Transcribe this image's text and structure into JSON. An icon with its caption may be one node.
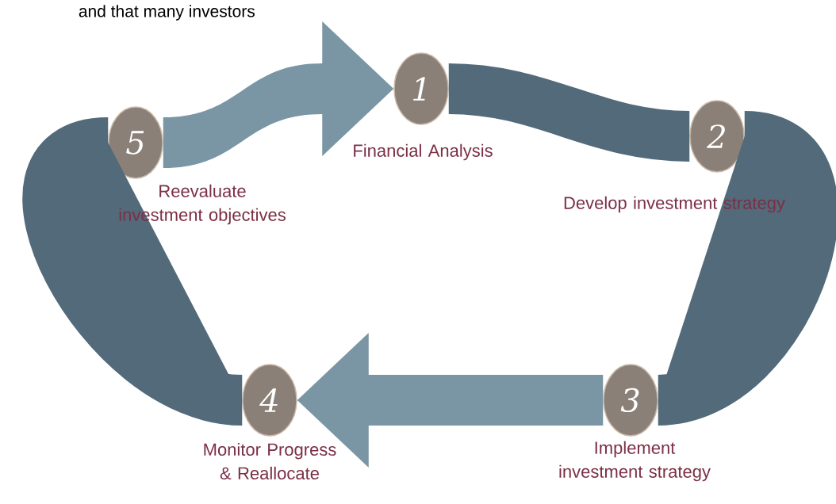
{
  "diagram": {
    "nodes": [
      {
        "text": [
          "1"
        ],
        "beside": [
          "Financial Analysis"
        ]
      },
      {
        "text": [
          "2"
        ],
        "beside": [
          "Develop investment strategy"
        ]
      },
      {
        "text": [
          "3"
        ],
        "beside": [
          "Implement investment strategy"
        ]
      },
      {
        "text": [
          "4"
        ],
        "beside": [
          "Monitor Progress & Reallocate"
        ]
      },
      {
        "text": [
          "5"
        ],
        "beside": [
          "Reevaluate investment objectives"
        ]
      }
    ],
    "edges": [
      {
        "from": 0,
        "to": 1,
        "arrow": "none"
      },
      {
        "from": 1,
        "to": 2,
        "arrow": "none"
      },
      {
        "from": 2,
        "to": 3,
        "arrow": "to",
        "color": "#7a95a4"
      },
      {
        "from": 3,
        "to": 4,
        "arrow": "none"
      },
      {
        "from": 4,
        "to": 0,
        "arrow": "to",
        "color": "#7a95a4"
      }
    ],
    "labels": [
      "and that many investors"
    ]
  }
}
